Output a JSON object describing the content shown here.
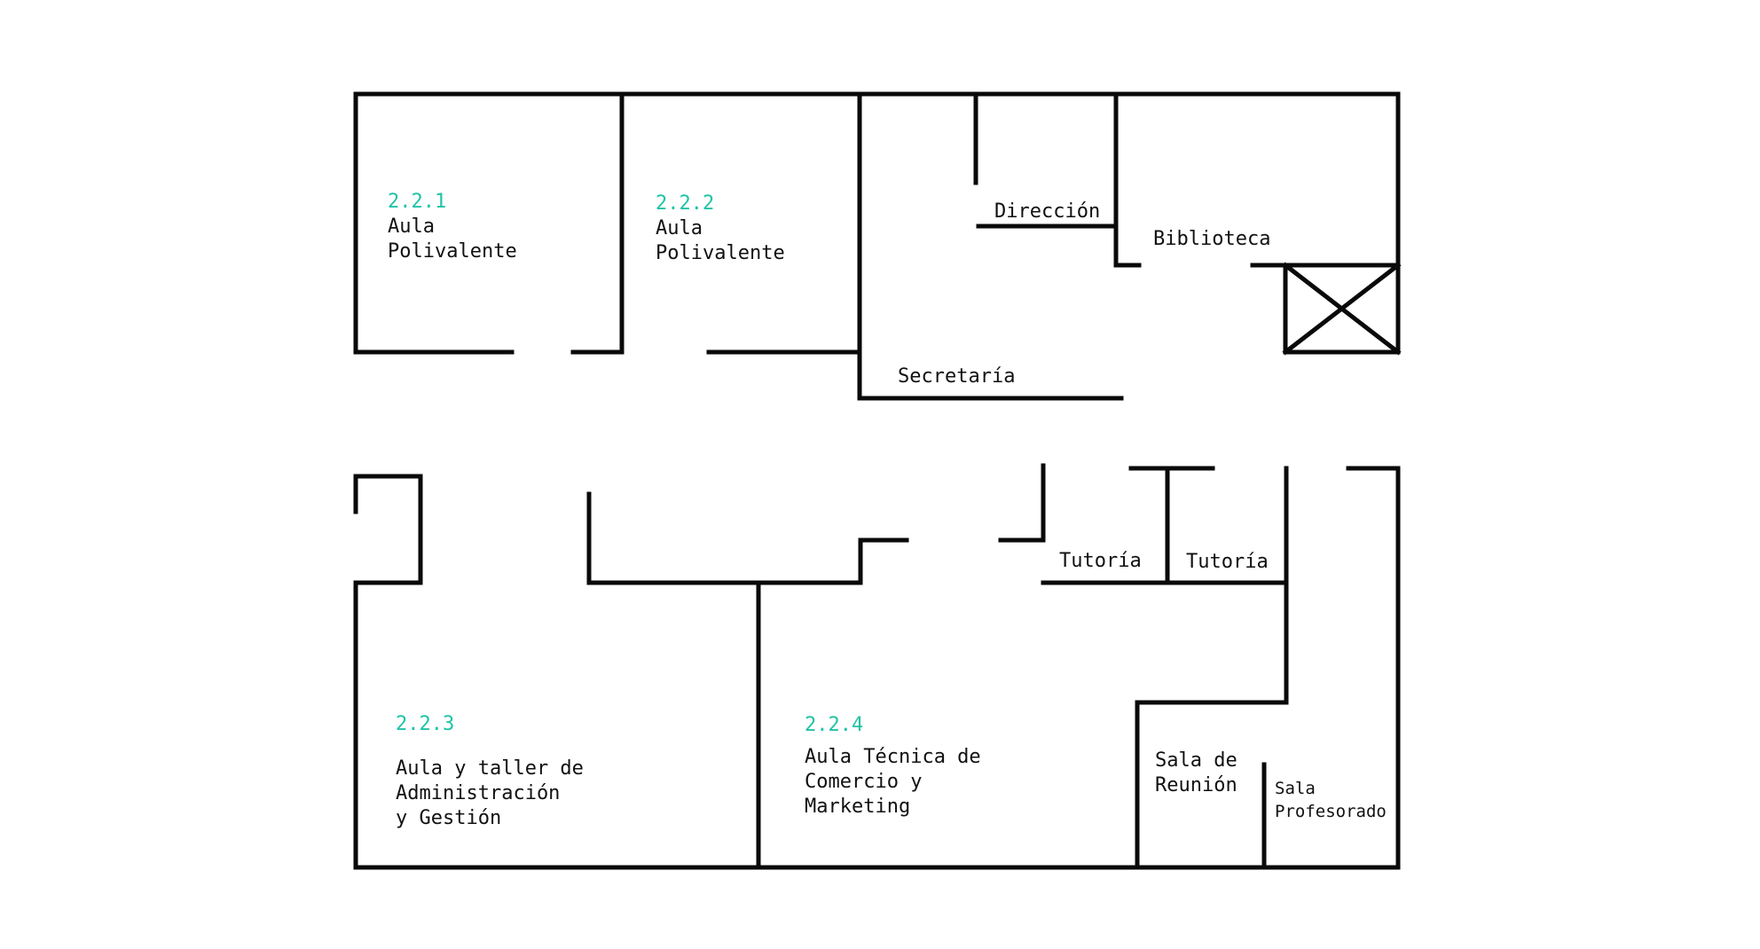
{
  "colors": {
    "wall": "#0a0a0a",
    "room_number": "#1fc3a6",
    "text": "#111111",
    "background": "#ffffff"
  },
  "rooms": {
    "aula_221": {
      "number": "2.2.1",
      "line1": "Aula",
      "line2": "Polivalente"
    },
    "aula_222": {
      "number": "2.2.2",
      "line1": "Aula",
      "line2": "Polivalente"
    },
    "direccion": {
      "name": "Dirección"
    },
    "biblioteca": {
      "name": "Biblioteca"
    },
    "secretaria": {
      "name": "Secretaría"
    },
    "tutoria_1": {
      "name": "Tutoría"
    },
    "tutoria_2": {
      "name": "Tutoría"
    },
    "aula_223": {
      "number": "2.2.3",
      "line1": "Aula y taller de",
      "line2": "Administración",
      "line3": "y Gestión"
    },
    "aula_224": {
      "number": "2.2.4",
      "line1": "Aula Técnica de",
      "line2": "Comercio y",
      "line3": "Marketing"
    },
    "sala_reunion": {
      "line1": "Sala de",
      "line2": "Reunión"
    },
    "sala_profesorado": {
      "line1": "Sala",
      "line2": "Profesorado"
    }
  },
  "icons": {
    "stairs": "stairwell-x-icon"
  }
}
